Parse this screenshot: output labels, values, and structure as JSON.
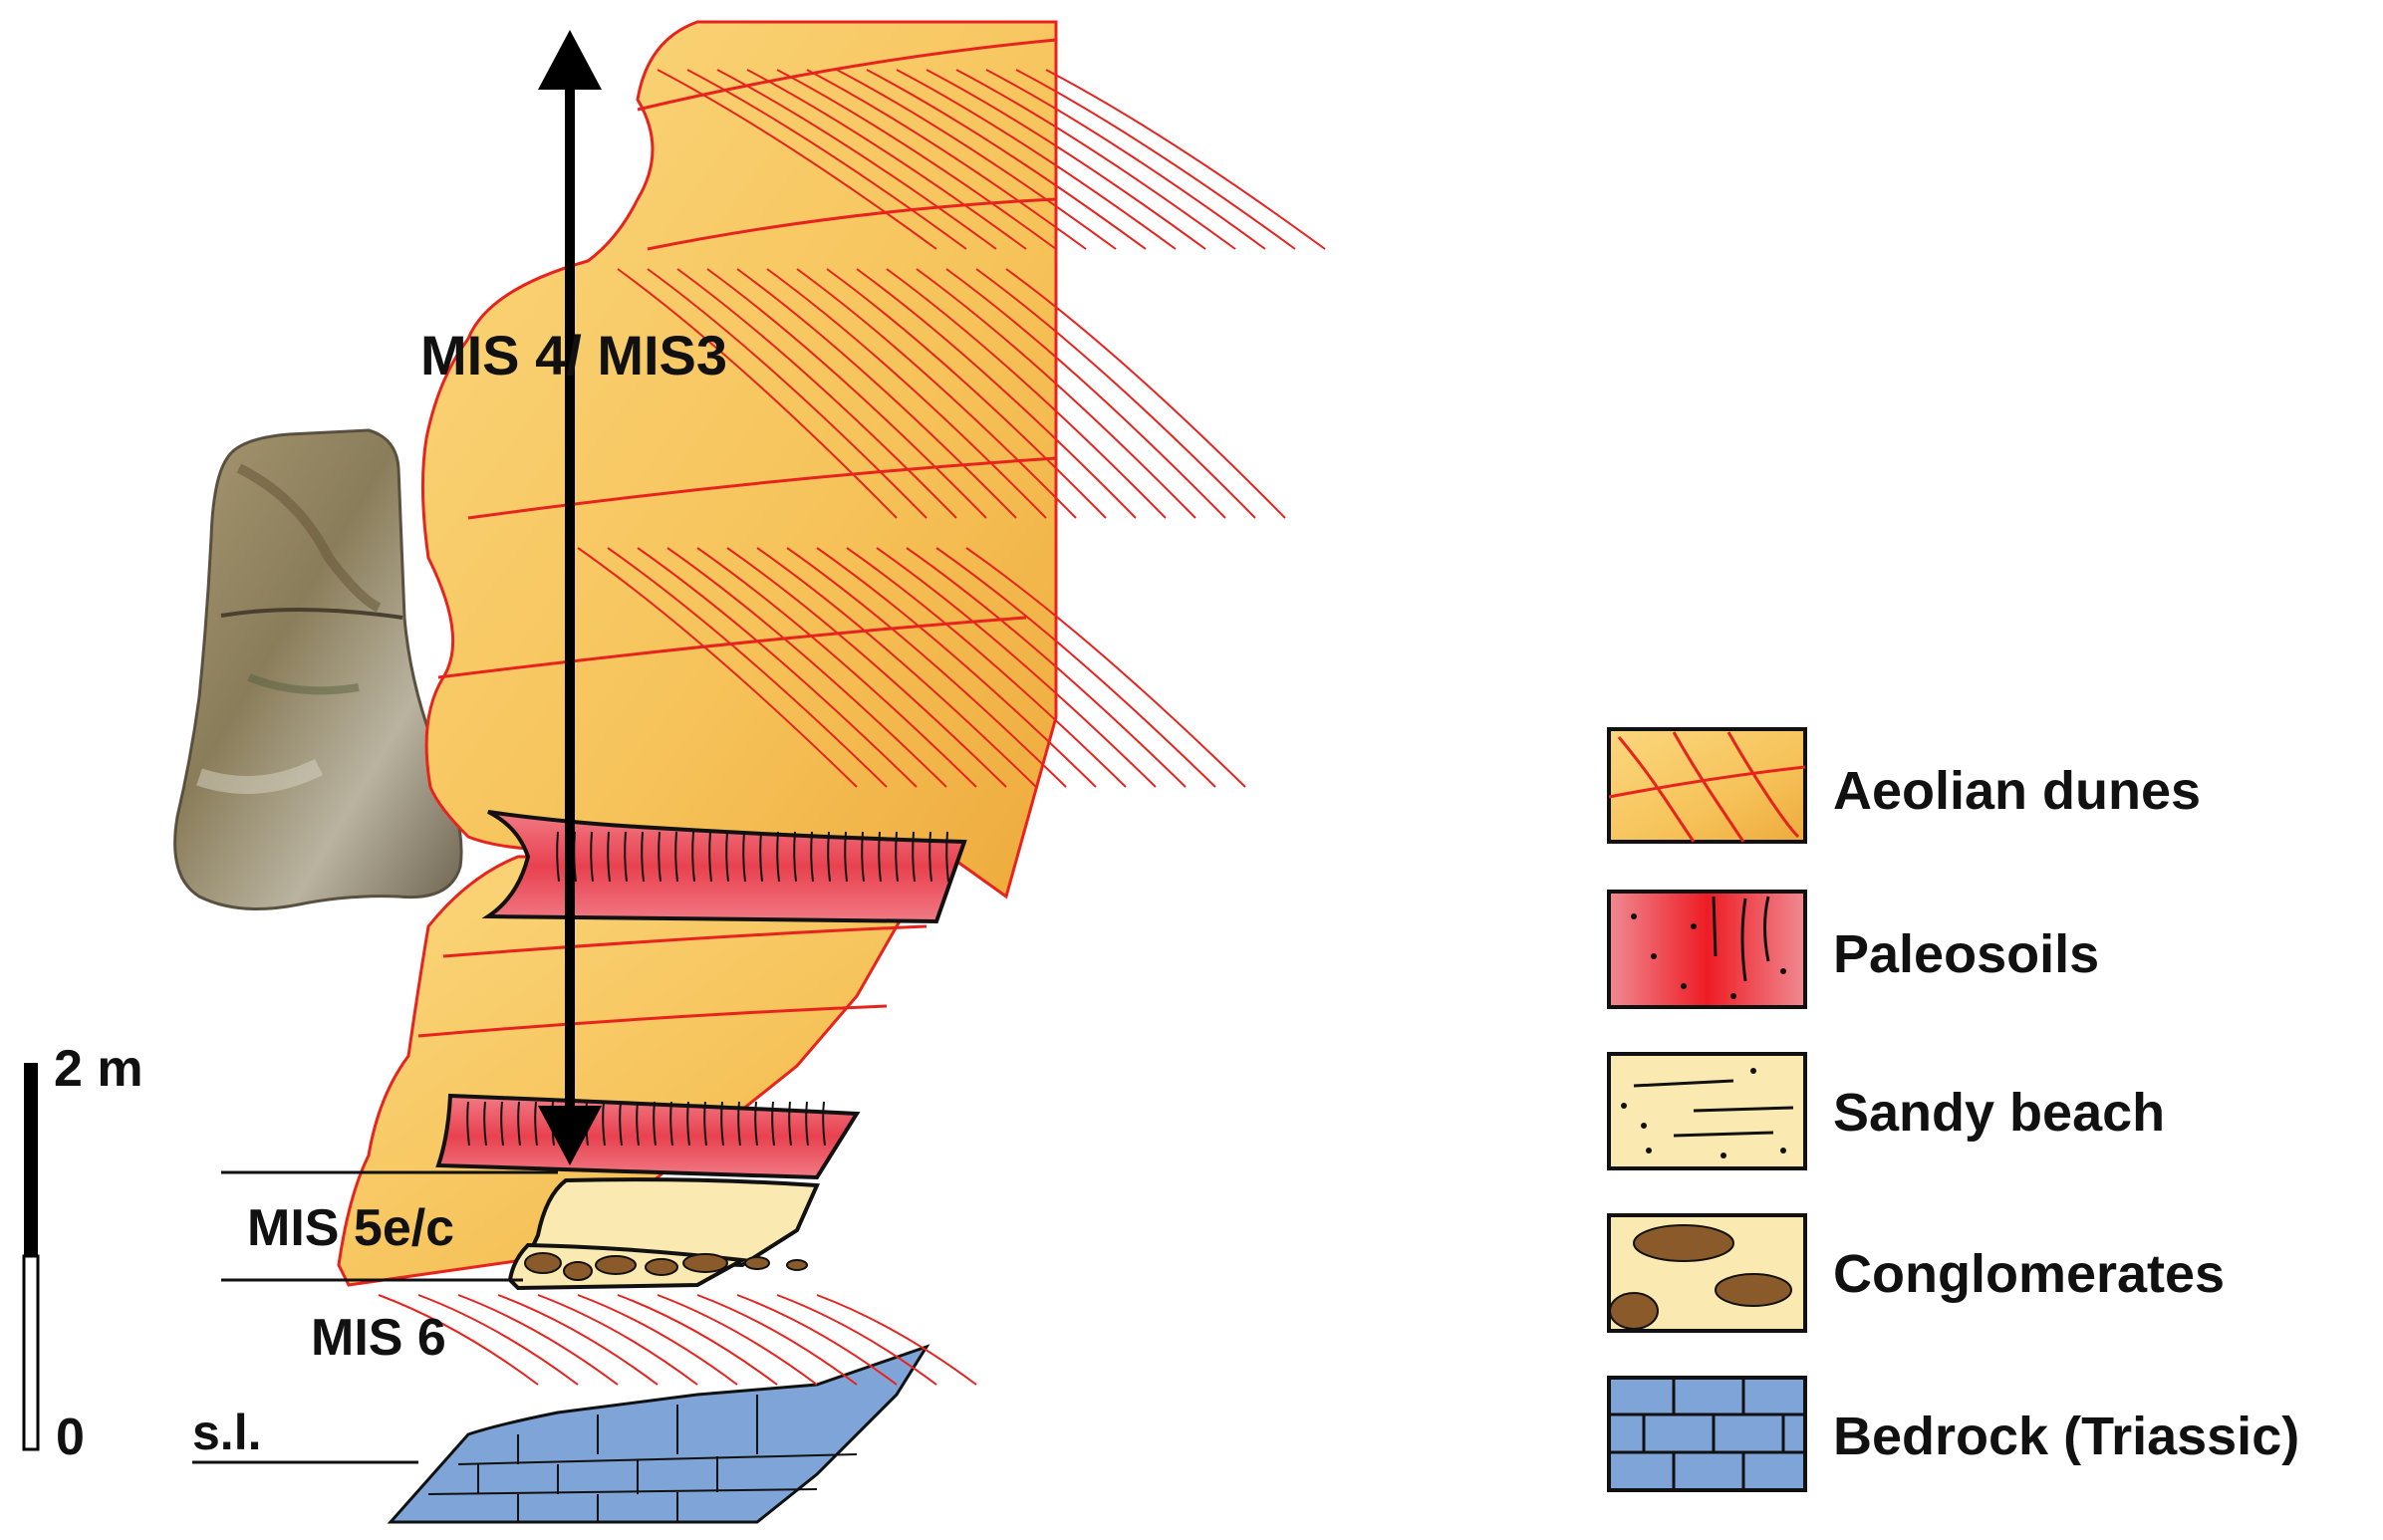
{
  "labels": {
    "mis4_3": "MIS 4/ MIS3",
    "mis5": "MIS 5e/c",
    "mis6": "MIS 6",
    "sea_level": "s.l.",
    "scale_top": "2 m",
    "scale_bottom": "0"
  },
  "legend": [
    {
      "label": "Aeolian dunes",
      "pattern": "aeolian"
    },
    {
      "label": "Paleosoils",
      "pattern": "paleosoil"
    },
    {
      "label": "Sandy beach",
      "pattern": "beach"
    },
    {
      "label": "Conglomerates",
      "pattern": "conglomerate"
    },
    {
      "label": "Bedrock (Triassic)",
      "pattern": "bedrock"
    }
  ],
  "colors": {
    "aeolian_fill": "#f6c660",
    "aeolian_lines": "#e8231d",
    "paleosoil_fill": "#ec4a58",
    "beach_fill": "#faeab2",
    "pebble": "#8b5a2b",
    "bedrock_fill": "#7fa5d8",
    "outline": "#111111"
  }
}
